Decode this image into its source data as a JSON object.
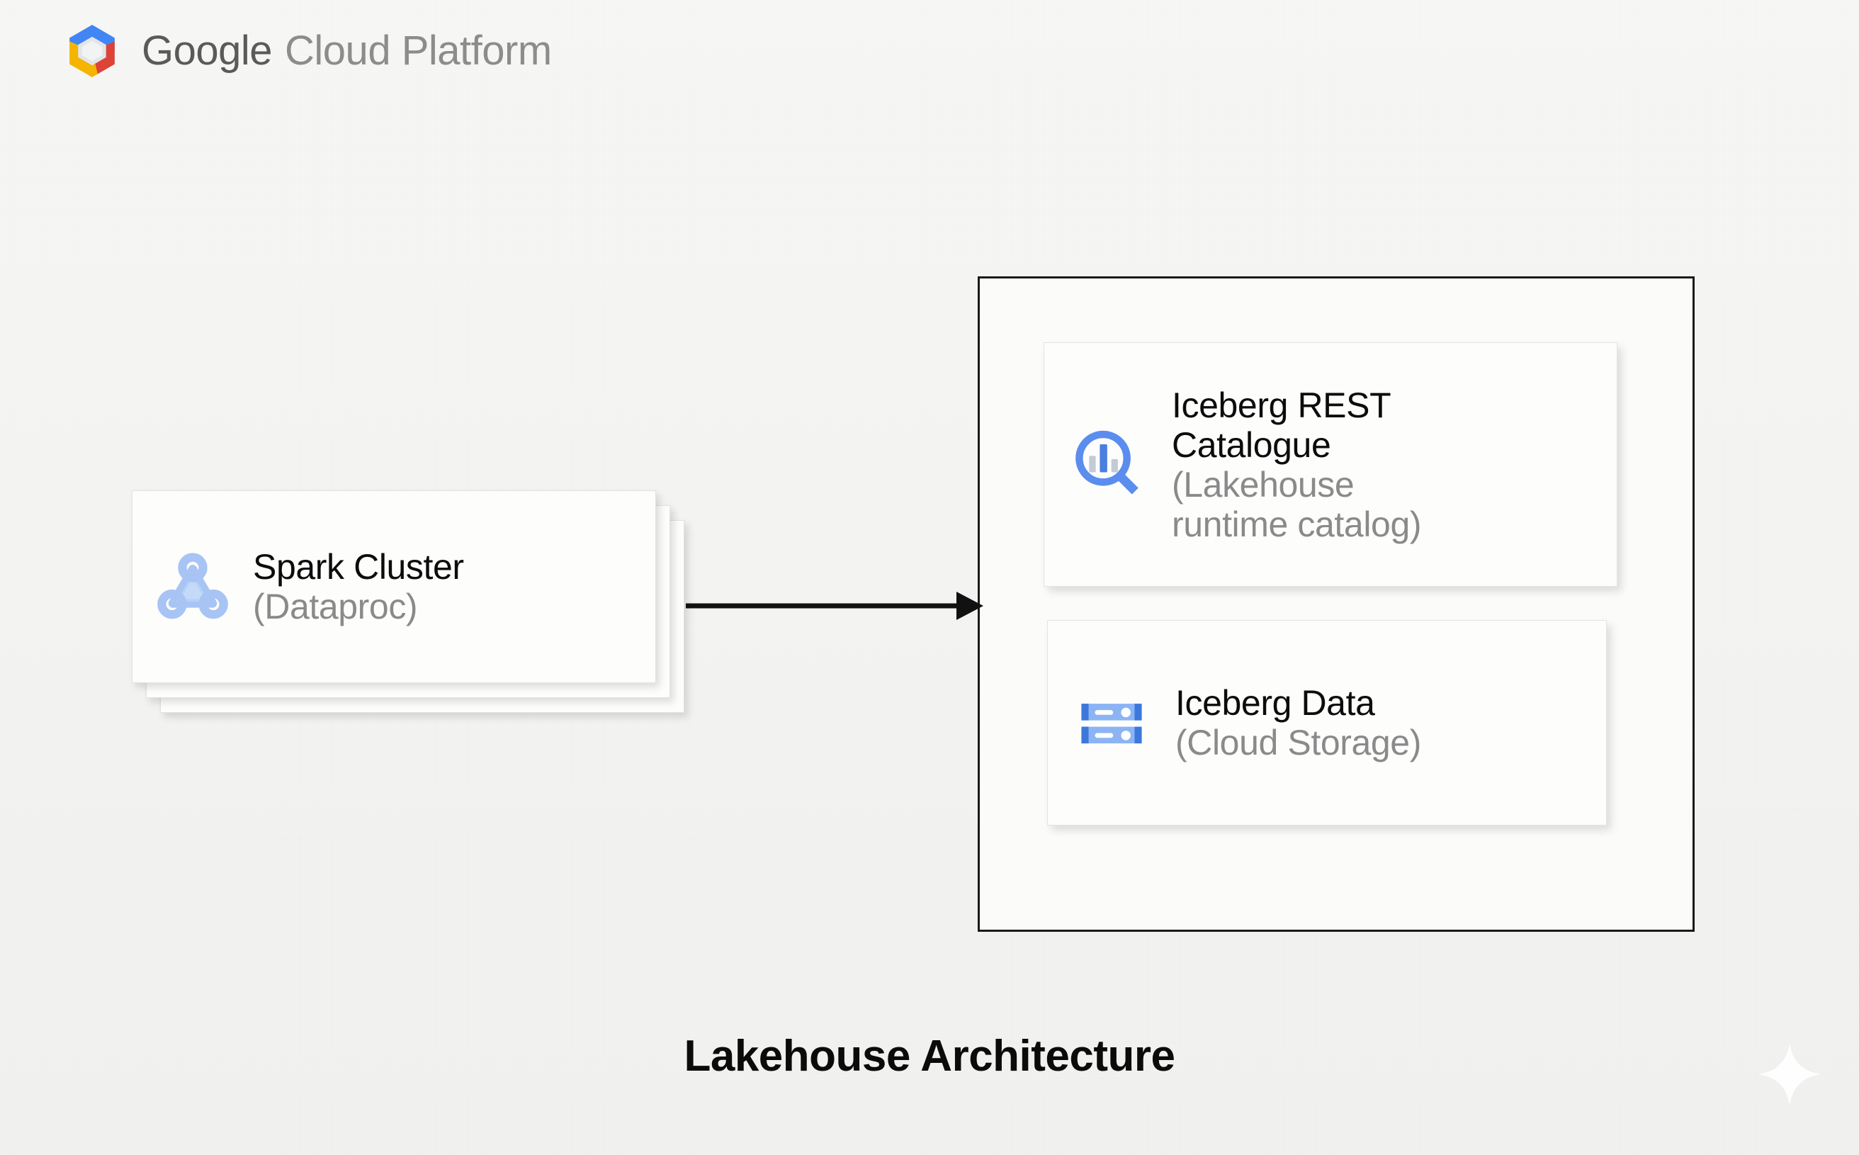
{
  "slide": {
    "background_color": "#f4f4f2"
  },
  "brand": {
    "logo_icon": "google-cloud-hexagon-logo",
    "word_primary": "Google",
    "word_secondary": "Cloud Platform",
    "colors": {
      "blue": "#4285F4",
      "red": "#DB4437",
      "yellow": "#F4B400",
      "green": "#0F9D58",
      "grey_inner": "#E3E5E8",
      "word_primary_color": "#5a5a5a",
      "word_secondary_color": "#8c8c8c"
    }
  },
  "diagram": {
    "title": "Lakehouse Architecture",
    "accent_blue": "#5B8DEF",
    "nodes": {
      "spark": {
        "icon": "dataproc-cluster-icon",
        "title": "Spark Cluster",
        "subtitle": "(Dataproc)",
        "stacked_layers": 3
      },
      "catalogue": {
        "icon": "data-catalog-search-icon",
        "title_line_1": "Iceberg REST",
        "title_line_2": "Catalogue",
        "subtitle_line_1": "(Lakehouse",
        "subtitle_line_2": "runtime catalog)"
      },
      "iceberg_data": {
        "icon": "cloud-storage-server-icon",
        "title": "Iceberg Data",
        "subtitle": "(Cloud Storage)"
      }
    },
    "connector": {
      "icon": "right-arrow-icon",
      "from": "spark",
      "to": "lakehouse-container",
      "color": "#111111"
    },
    "container": {
      "name": "lakehouse-boundary",
      "border_color": "#1a1a1a"
    }
  },
  "watermark": {
    "icon": "sparkle-star-icon",
    "color": "#ffffff"
  }
}
